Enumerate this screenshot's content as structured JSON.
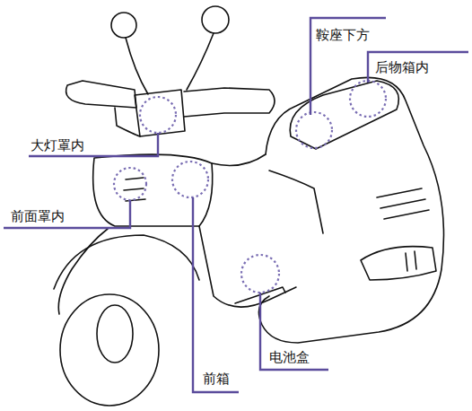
{
  "diagram": {
    "labels": [
      "鞍座下方",
      "后物箱内",
      "大灯罩内",
      "前面罩内",
      "前箱",
      "电池盒"
    ]
  }
}
